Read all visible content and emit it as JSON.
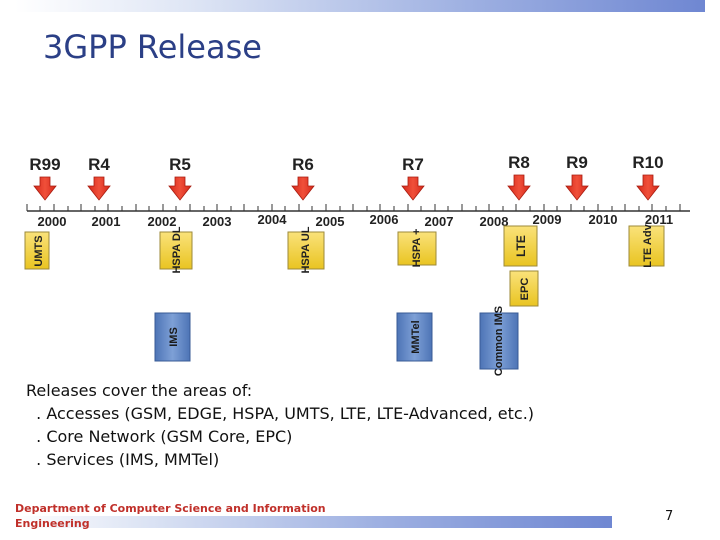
{
  "slide": {
    "title": "3GPP Release",
    "page_number": "7"
  },
  "diagram": {
    "releases": [
      "R99",
      "R4",
      "R5",
      "R6",
      "R7",
      "R8",
      "R9",
      "R10"
    ],
    "years": [
      "2000",
      "2001",
      "2002",
      "2003",
      "2004",
      "2005",
      "2006",
      "2007",
      "2008",
      "2009",
      "2010",
      "2011"
    ],
    "features": {
      "umts": "UMTS",
      "hspa_dl": "HSPA DL",
      "hspa_ul": "HSPA UL",
      "hspa_plus": "HSPA +",
      "lte": "LTE",
      "epc": "EPC",
      "lte_adv": "LTE Adv",
      "ims": "IMS",
      "mmtel": "MMTel",
      "common_ims": "Common IMS"
    },
    "colors": {
      "arrow": "#e8321e",
      "feature_box": "#f2d23a",
      "service_box": "#6a90c8",
      "axis": "#333333"
    }
  },
  "body": {
    "intro": "Releases cover the areas of:",
    "bullets": [
      ". Accesses (GSM, EDGE, HSPA, UMTS, LTE, LTE-Advanced, etc.)",
      ". Core Network (GSM Core, EPC)",
      ". Services (IMS, MMTel)"
    ]
  },
  "footer": {
    "dept_line1": "Department of Computer Science and Information",
    "dept_line2": "Engineering"
  }
}
